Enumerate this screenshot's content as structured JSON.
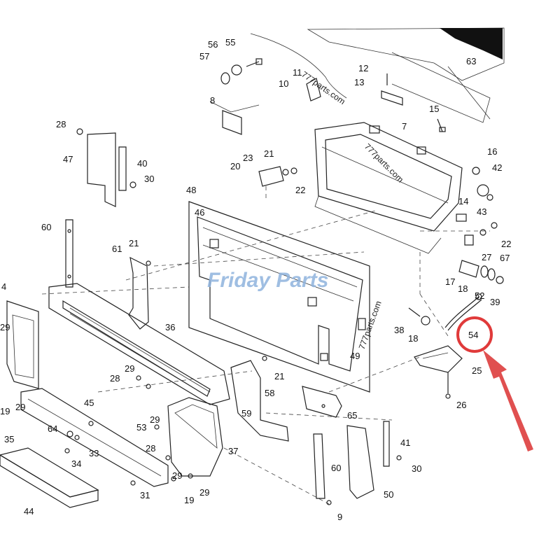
{
  "watermarks": {
    "main": "Friday Parts",
    "diag1": "777parts.com",
    "diag2": "777parts.com",
    "diag3": "777parts.com"
  },
  "highlight": {
    "part": "54",
    "color": "#e03a3a",
    "arrow_color": "#e05050"
  },
  "labels": [
    "56",
    "55",
    "57",
    "11",
    "12",
    "13",
    "10",
    "63",
    "8",
    "15",
    "7",
    "28",
    "47",
    "40",
    "30",
    "21",
    "23",
    "20",
    "22",
    "16",
    "42",
    "43",
    "48",
    "46",
    "14",
    "60",
    "61",
    "21",
    "22",
    "27",
    "67",
    "4",
    "36",
    "17",
    "18",
    "52",
    "39",
    "38",
    "18",
    "54",
    "29",
    "25",
    "29",
    "28",
    "21",
    "58",
    "26",
    "45",
    "64",
    "53",
    "29",
    "65",
    "33",
    "59",
    "37",
    "35",
    "34",
    "28",
    "41",
    "60",
    "30",
    "29",
    "19",
    "29",
    "44",
    "31",
    "50",
    "9",
    "19",
    "29",
    "49"
  ]
}
